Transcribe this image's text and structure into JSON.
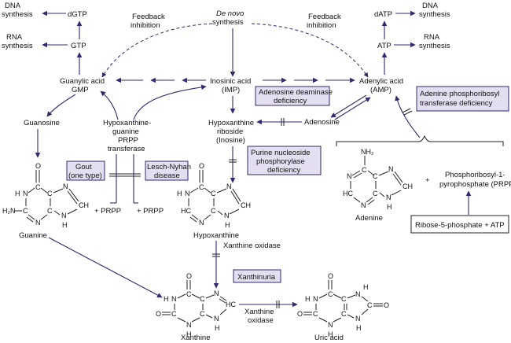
{
  "colors": {
    "arrow": "#2f2a6e",
    "box_fill": "#e3dff0",
    "text": "#111111"
  },
  "labels": {
    "dna_synthesis_left": [
      "DNA",
      "synthesis"
    ],
    "rna_synthesis_left": [
      "RNA",
      "synthesis"
    ],
    "dgtp": "dGTP",
    "gtp": "GTP",
    "feedback_left": [
      "Feedback",
      "inhibition"
    ],
    "de_novo": [
      "De novo",
      "synthesis"
    ],
    "feedback_right": [
      "Feedback",
      "inhibition"
    ],
    "datp": "dATP",
    "atp": "ATP",
    "dna_synthesis_right": [
      "DNA",
      "synthesis"
    ],
    "rna_synthesis_right": [
      "RNA",
      "synthesis"
    ],
    "guanylic_acid": [
      "Guanylic acid",
      "GMP"
    ],
    "inosinic_acid": [
      "Inosinic acid",
      "(IMP)"
    ],
    "adenylic_acid": [
      "Adenylic acid",
      "(AMP)"
    ],
    "guanosine": "Guanosine",
    "hgprt": [
      "Hypoxanthine-",
      "guanine",
      "PRPP",
      "transferase"
    ],
    "hypoxanthine_riboside": [
      "Hypoxanthine",
      "riboside",
      "(Inosine)"
    ],
    "adenosine": "Adenosine",
    "guanine": "Guanine",
    "hypoxanthine": "Hypoxanthine",
    "xanthine_oxidase_1": "Xanthine oxidase",
    "xanthine": "Xanthine",
    "xanthine_oxidase_2": [
      "Xanthine",
      "oxidase"
    ],
    "uric_acid": "Uric acid",
    "adenine": "Adenine",
    "prpp_name": [
      "Phosphoribosyl-1-",
      "pyrophosphate (PRPP)"
    ],
    "ribose": "Ribose-5-phosphate + ATP",
    "plus_prpp_1": "+ PRPP",
    "plus_prpp_2": "+ PRPP",
    "plus_sign": "+"
  },
  "deficiency_boxes": {
    "adenosine_deaminase": [
      "Adenosine deaminase",
      "deficiency"
    ],
    "aprt": [
      "Adenine phosphoribosyl",
      "transferase deficiency"
    ],
    "gout": [
      "Gout",
      "(one type)"
    ],
    "lesch_nyhan": [
      "Lesch-Nyhan",
      "disease"
    ],
    "pnp": [
      "Purine nucleoside",
      "phosphorylase",
      "deficiency"
    ],
    "xanthinuria": "Xanthinuria"
  },
  "structures": {
    "guanine": {
      "sub_top": "O",
      "sub_left": "H₂N",
      "atoms": [
        "N",
        "C",
        "C",
        "N",
        "C",
        "C",
        "N",
        "CH",
        "N"
      ],
      "h_labels": [
        "H",
        "H"
      ]
    },
    "hypoxanthine": {
      "sub_top": "O",
      "atoms": [
        "N",
        "C",
        "HC",
        "N",
        "C",
        "C",
        "N",
        "CH",
        "N"
      ],
      "h_labels": [
        "H",
        "H"
      ]
    },
    "adenine": {
      "sub_top": "NH₂",
      "atoms": [
        "N",
        "C",
        "HC",
        "N",
        "C",
        "C",
        "N",
        "CH",
        "N"
      ],
      "h_labels": [
        "H"
      ]
    },
    "xanthine": {
      "sub_top": "O",
      "sub_left": "O",
      "atoms": [
        "N",
        "C",
        "C",
        "N",
        "C",
        "C",
        "N",
        "HC",
        "N"
      ],
      "h_labels": [
        "H",
        "H",
        "H"
      ]
    },
    "uric_acid": {
      "sub_top": "O",
      "sub_left": "O",
      "sub_right": "O",
      "atoms": [
        "N",
        "C",
        "C",
        "N",
        "C",
        "C",
        "N",
        "C",
        "N"
      ],
      "h_labels": [
        "H",
        "H",
        "H",
        "H"
      ]
    }
  }
}
